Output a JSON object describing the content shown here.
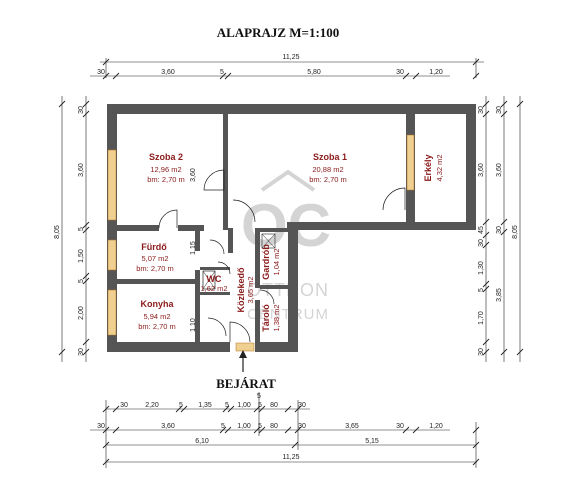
{
  "title": "ALAPRAJZ M=1:100",
  "entrance_label": "BEJÁRAT",
  "watermark": {
    "line1": "OC",
    "line2": "OTTHON",
    "line3": "CENTRUM"
  },
  "rooms": {
    "szoba2": {
      "name": "Szoba 2",
      "area": "12,96 m2",
      "height": "bm: 2,70 m"
    },
    "szoba1": {
      "name": "Szoba 1",
      "area": "20,88 m2",
      "height": "bm: 2,70 m"
    },
    "erkely": {
      "name": "Erkély",
      "area": "4,32 m2"
    },
    "furdo": {
      "name": "Fürdő",
      "area": "5,07 m2",
      "height": "bm: 2,70 m"
    },
    "wc": {
      "name": "WC",
      "area": "1,62 m2"
    },
    "konyha": {
      "name": "Konyha",
      "area": "5,94 m2",
      "height": "bm: 2,70 m"
    },
    "kozlekedo": {
      "name": "Közlekedő",
      "area": "3,65 m2"
    },
    "gardrob": {
      "name": "Gardrób",
      "area": "1,04 m2"
    },
    "tarolo": {
      "name": "Tároló",
      "area": "1,38 m2"
    }
  },
  "dimensions": {
    "top_total": "11,25",
    "top_row": [
      "30",
      "3,60",
      "5",
      "5,80",
      "30",
      "1,20"
    ],
    "bottom_row1": [
      "30",
      "2,20",
      "5",
      "1,35",
      "5",
      "1,00",
      "5",
      "80",
      "30"
    ],
    "bottom_row2": [
      "30",
      "3,60",
      "5",
      "1,00",
      "5",
      "80",
      "30",
      "3,65",
      "30",
      "1,20"
    ],
    "bottom_row3": [
      "6,10",
      "5,15"
    ],
    "bottom_total": "11,25",
    "bottom_extra": "5",
    "left_total": "8,05",
    "left_row": [
      "30",
      "3,60",
      "1,15",
      "5",
      "1,50",
      "5",
      "2,00",
      "1,10",
      "30"
    ],
    "left_inner": [
      "3,60"
    ],
    "right_total": "8,05",
    "right_row1": [
      "30",
      "3,60",
      "45",
      "30",
      "1,30",
      "5",
      "1,70",
      "30"
    ],
    "right_row2": [
      "30",
      "3,60",
      "30",
      "3,85"
    ]
  }
}
